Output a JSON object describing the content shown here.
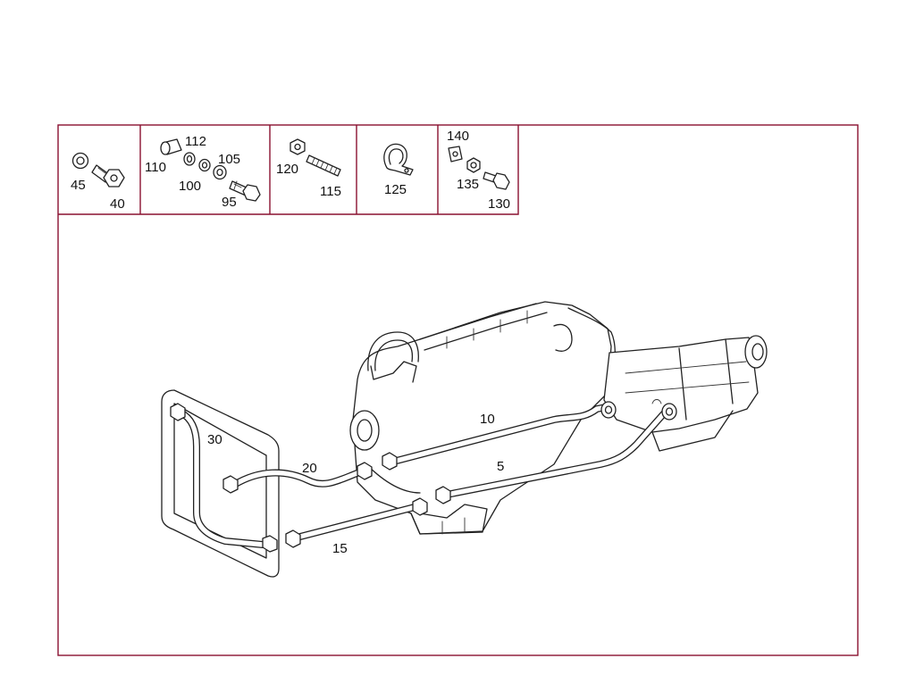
{
  "callouts": {
    "c45": "45",
    "c40": "40",
    "c112": "112",
    "c110": "110",
    "c105": "105",
    "c100": "100",
    "c95": "95",
    "c120": "120",
    "c115": "115",
    "c125": "125",
    "c140": "140",
    "c135": "135",
    "c130": "130",
    "c10": "10",
    "c5": "5",
    "c20": "20",
    "c30": "30",
    "c15": "15"
  },
  "colors": {
    "frame": "#8a1030",
    "ink": "#222222"
  }
}
